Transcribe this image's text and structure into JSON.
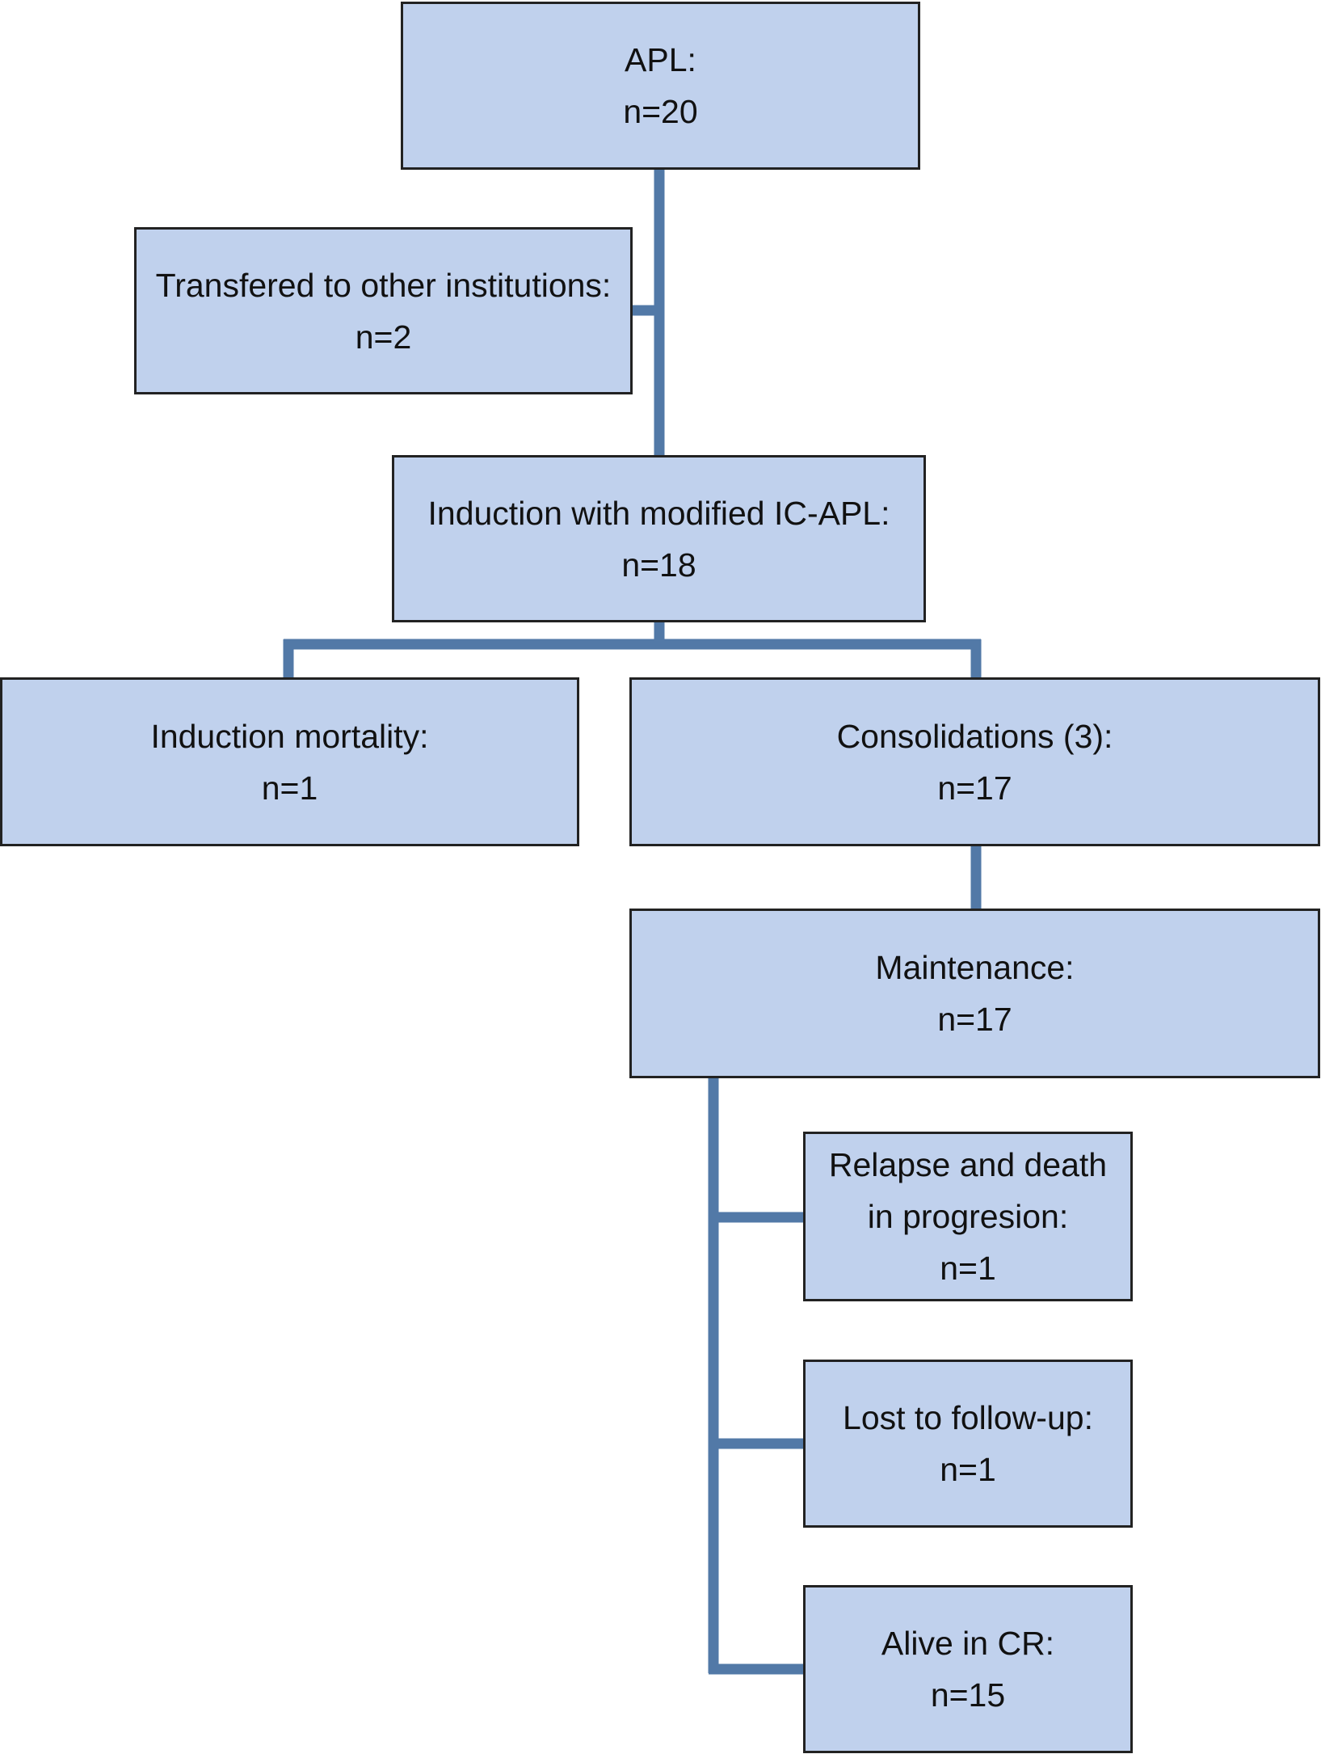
{
  "flowchart": {
    "colors": {
      "box_fill": "#c0d1ed",
      "box_border": "#222222",
      "connector": "#5279a7",
      "text": "#111111"
    },
    "nodes": {
      "apl": {
        "label": "APL:",
        "count": "n=20"
      },
      "transferred": {
        "label": "Transfered to other institutions:",
        "count": "n=2"
      },
      "induction": {
        "label": "Induction with modified IC-APL:",
        "count": "n=18"
      },
      "induction_mortality": {
        "label": "Induction mortality:",
        "count": "n=1"
      },
      "consolidations": {
        "label": "Consolidations (3):",
        "count": "n=17"
      },
      "maintenance": {
        "label": "Maintenance:",
        "count": "n=17"
      },
      "relapse_death": {
        "label_line1": "Relapse and death",
        "label_line2": "in progresion:",
        "count": "n=1"
      },
      "lost_followup": {
        "label": "Lost to follow-up:",
        "count": "n=1"
      },
      "alive_cr": {
        "label": "Alive in CR:",
        "count": "n=15"
      }
    }
  }
}
